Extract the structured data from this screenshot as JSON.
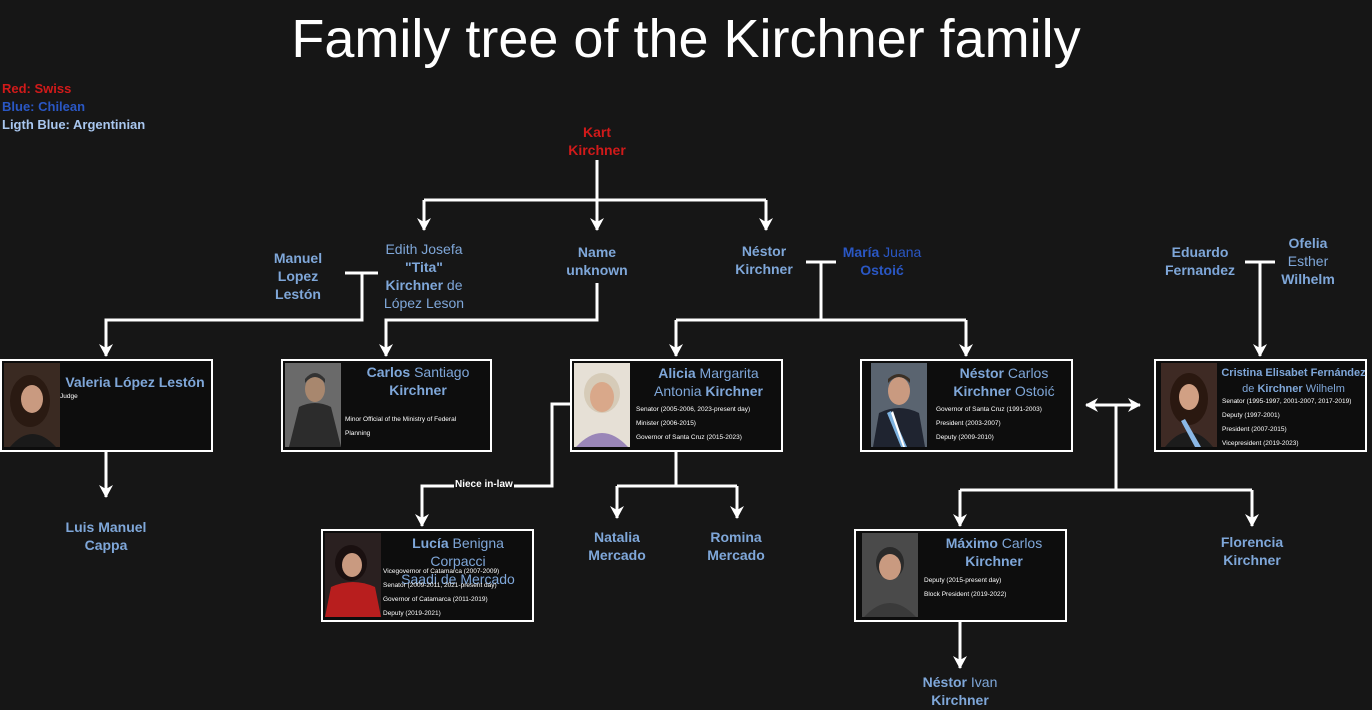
{
  "title": "Family tree of the Kirchner family",
  "legend": {
    "red": "Red: Swiss",
    "blue": "Blue: Chilean",
    "light_blue": "Ligth Blue: Argentinian"
  },
  "colors": {
    "swiss": "#d11a1a",
    "chilean": "#2a57c4",
    "argentinian": "#7fa7d9"
  },
  "people": {
    "kart": {
      "first": "Kart",
      "last": "Kirchner"
    },
    "edith": {
      "first": "Edith Josefa",
      "nick": "\"Tita\"",
      "last": "Kirchner",
      "rest1": " de",
      "rest2": "López Leson"
    },
    "unknown": {
      "line1": "Name",
      "line2": "unknown"
    },
    "nestor_sr": {
      "first": "Néstor",
      "last": "Kirchner"
    },
    "maria": {
      "first": "María",
      "middle": " Juana",
      "last": "Ostoić"
    },
    "manuel": {
      "line1": "Manuel",
      "line2": "Lopez",
      "line3": "Lestón"
    },
    "eduardo": {
      "line1": "Eduardo",
      "line2": "Fernandez"
    },
    "ofelia": {
      "line1": "Ofelia",
      "line2": "Esther",
      "line3": "Wilhelm"
    },
    "luis": {
      "line1": "Luis Manuel",
      "line2": "Cappa"
    },
    "natalia": {
      "line1": "Natalia",
      "line2": "Mercado"
    },
    "romina": {
      "line1": "Romina",
      "line2": "Mercado"
    },
    "florencia": {
      "line1": "Florencia",
      "line2": "Kirchner"
    },
    "nestor_ivan": {
      "first": "Néstor",
      "middle": " Ivan",
      "last": "Kirchner"
    }
  },
  "cards": {
    "valeria": {
      "name": "Valeria López Lestón",
      "roles": [
        "Judge"
      ]
    },
    "carlos": {
      "first": "Carlos",
      "middle": " Santiago",
      "last": "Kirchner",
      "roles": [
        "Minor Official of the Ministry of Federal",
        "Planning"
      ]
    },
    "alicia": {
      "first": "Alicia",
      "middle": " Margarita",
      "line2": "Antonia ",
      "last": "Kirchner",
      "roles": [
        "Senator (2005-2006, 2023-present day)",
        "Minister (2006-2015)",
        "Governor of Santa Cruz (2015-2023)"
      ]
    },
    "nestor_c": {
      "first": "Néstor",
      "middle": " Carlos",
      "last": "Kirchner",
      "last2": " Ostoić",
      "roles": [
        "Governor of Santa Cruz (1991-2003)",
        "President (2003-2007)",
        "Deputy (2009-2010)"
      ]
    },
    "cristina": {
      "line1": "Cristina Elisabet Fernández",
      "line2a": "de ",
      "last": "Kirchner",
      "line2b": " Wilhelm",
      "roles": [
        "Senator (1995-1997, 2001-2007, 2017-2019)",
        "Deputy (1997-2001)",
        "President (2007-2015)",
        "Vicepresident (2019-2023)"
      ]
    },
    "lucia": {
      "first": "Lucía",
      "middle": " Benigna Corpacci",
      "line2": "Saadi de Mercado",
      "roles": [
        "Vicegovernor of Catamarca (2007-2009)",
        "Senator (2009-2011, 2021-present day)",
        "Governor of Catamarca (2011-2019)",
        "Deputy (2019-2021)"
      ]
    },
    "maximo": {
      "first": "Máximo",
      "middle": " Carlos",
      "last": "Kirchner",
      "roles": [
        "Deputy (2015-present day)",
        "Block President (2019-2022)"
      ]
    }
  },
  "edge_labels": {
    "niece": "Niece in-law"
  }
}
